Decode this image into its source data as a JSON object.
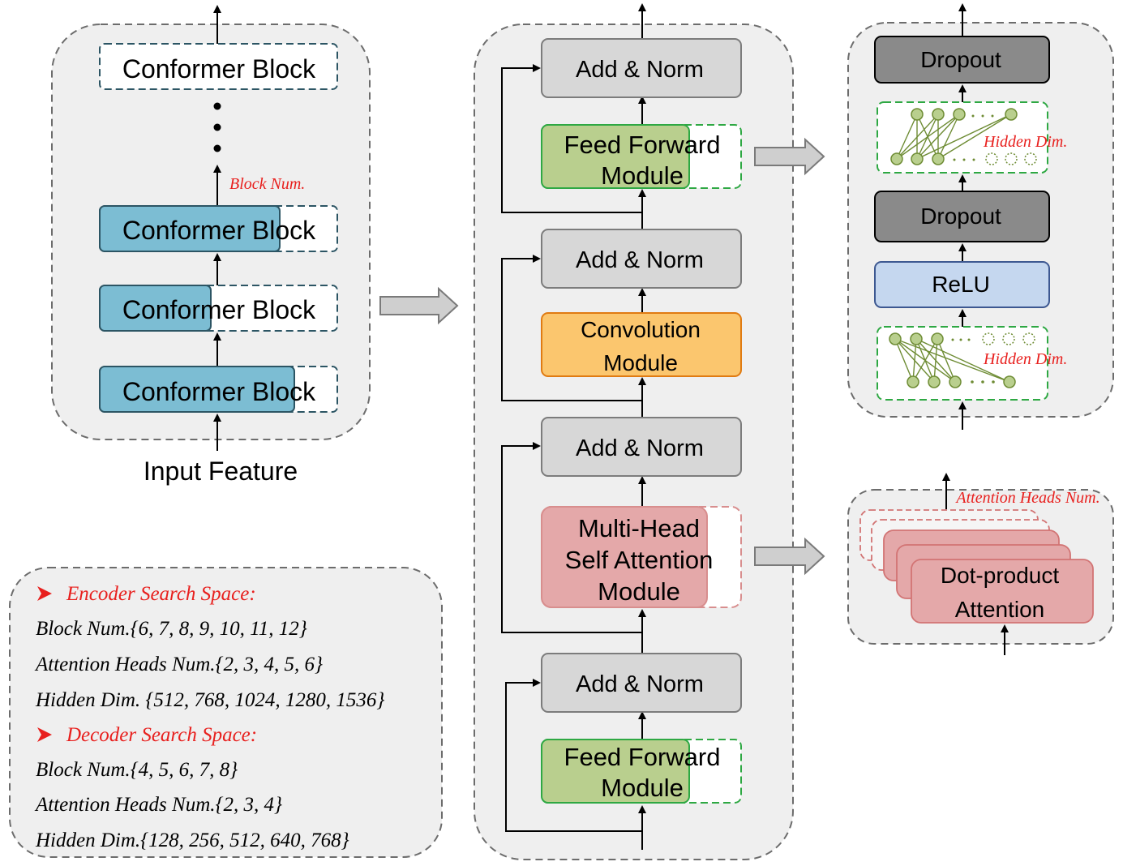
{
  "encoder_stack": {
    "input_label": "Input Feature",
    "block_label": "Conformer Block",
    "ellipsis_dots": 3,
    "block_num_annotation": "Block Num.",
    "block_fill_fractions": [
      1.0,
      0.78,
      0.47,
      0.82
    ],
    "colors": {
      "block_fill": "#7cbdd3",
      "block_border": "#2c5564"
    }
  },
  "conformer_block": {
    "add_norm_label": "Add & Norm",
    "ffn_label_line1": "Feed Forward",
    "ffn_label_line2": "Module",
    "conv_label_line1": "Convolution",
    "conv_label_line2": "Module",
    "mhsa_label_line1": "Multi-Head",
    "mhsa_label_line2": "Self Attention",
    "mhsa_label_line3": "Module",
    "colors": {
      "add_norm": "#d7d7d7",
      "ffn": "#b9cf8e",
      "conv": "#fbc66e",
      "conv_border": "#e07b12",
      "mhsa": "#e4a8a9",
      "mhsa_border": "#d88e8e"
    }
  },
  "ffn_detail": {
    "dropout_label": "Dropout",
    "relu_label": "ReLU",
    "hidden_dim_annotation": "Hidden Dim.",
    "colors": {
      "dropout": "#8a8a8a",
      "relu": "#c5d7ef",
      "relu_border": "#3d5891",
      "neuron": "#b9cf8e",
      "neuron_border": "#6e8c34"
    }
  },
  "attention_detail": {
    "heads_annotation": "Attention Heads Num.",
    "dot_product_line1": "Dot-product",
    "dot_product_line2": "Attention",
    "colors": {
      "head_fill": "#e4a8a9",
      "head_border": "#d27474"
    }
  },
  "search_space": {
    "encoder_title": "Encoder Search Space:",
    "encoder_items": [
      "Block Num.{6, 7, 8, 9, 10, 11, 12}",
      "Attention Heads Num.{2, 3, 4, 5, 6}",
      "Hidden Dim. {512, 768, 1024, 1280, 1536}"
    ],
    "decoder_title": "Decoder Search Space:",
    "decoder_items": [
      "Block Num.{4, 5, 6, 7, 8}",
      "Attention Heads Num.{2, 3, 4}",
      "Hidden Dim.{128, 256, 512, 640, 768}"
    ],
    "colors": {
      "title": "#e8201e"
    }
  }
}
